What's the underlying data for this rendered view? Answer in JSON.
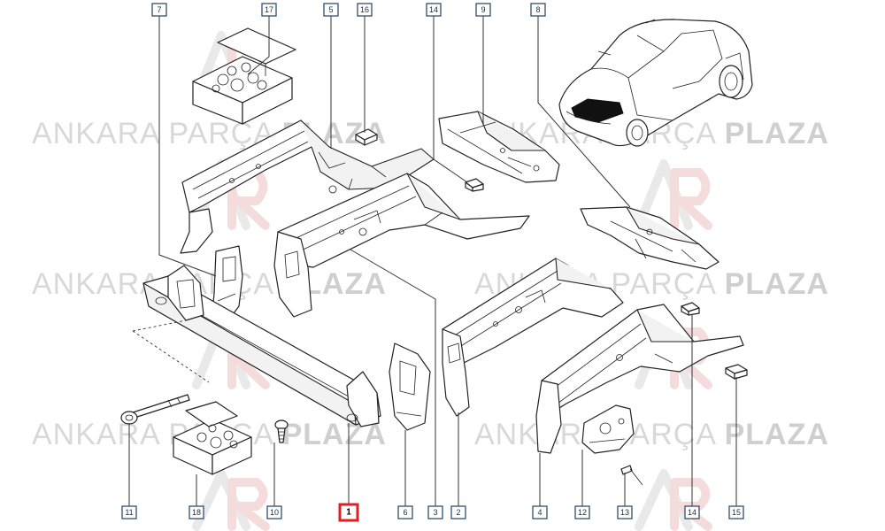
{
  "watermark": {
    "light": "ANKARA PARÇA",
    "bold": "PLAZA"
  },
  "callouts": [
    {
      "label": "7"
    },
    {
      "label": "17"
    },
    {
      "label": "5"
    },
    {
      "label": "16"
    },
    {
      "label": "14"
    },
    {
      "label": "9"
    },
    {
      "label": "8"
    },
    {
      "label": "11"
    },
    {
      "label": "18"
    },
    {
      "label": "10"
    },
    {
      "label": "1",
      "highlighted": true
    },
    {
      "label": "6"
    },
    {
      "label": "3"
    },
    {
      "label": "2"
    },
    {
      "label": "4"
    },
    {
      "label": "12"
    },
    {
      "label": "13"
    },
    {
      "label": "14"
    },
    {
      "label": "15"
    }
  ],
  "highlight_color": "#e02020"
}
